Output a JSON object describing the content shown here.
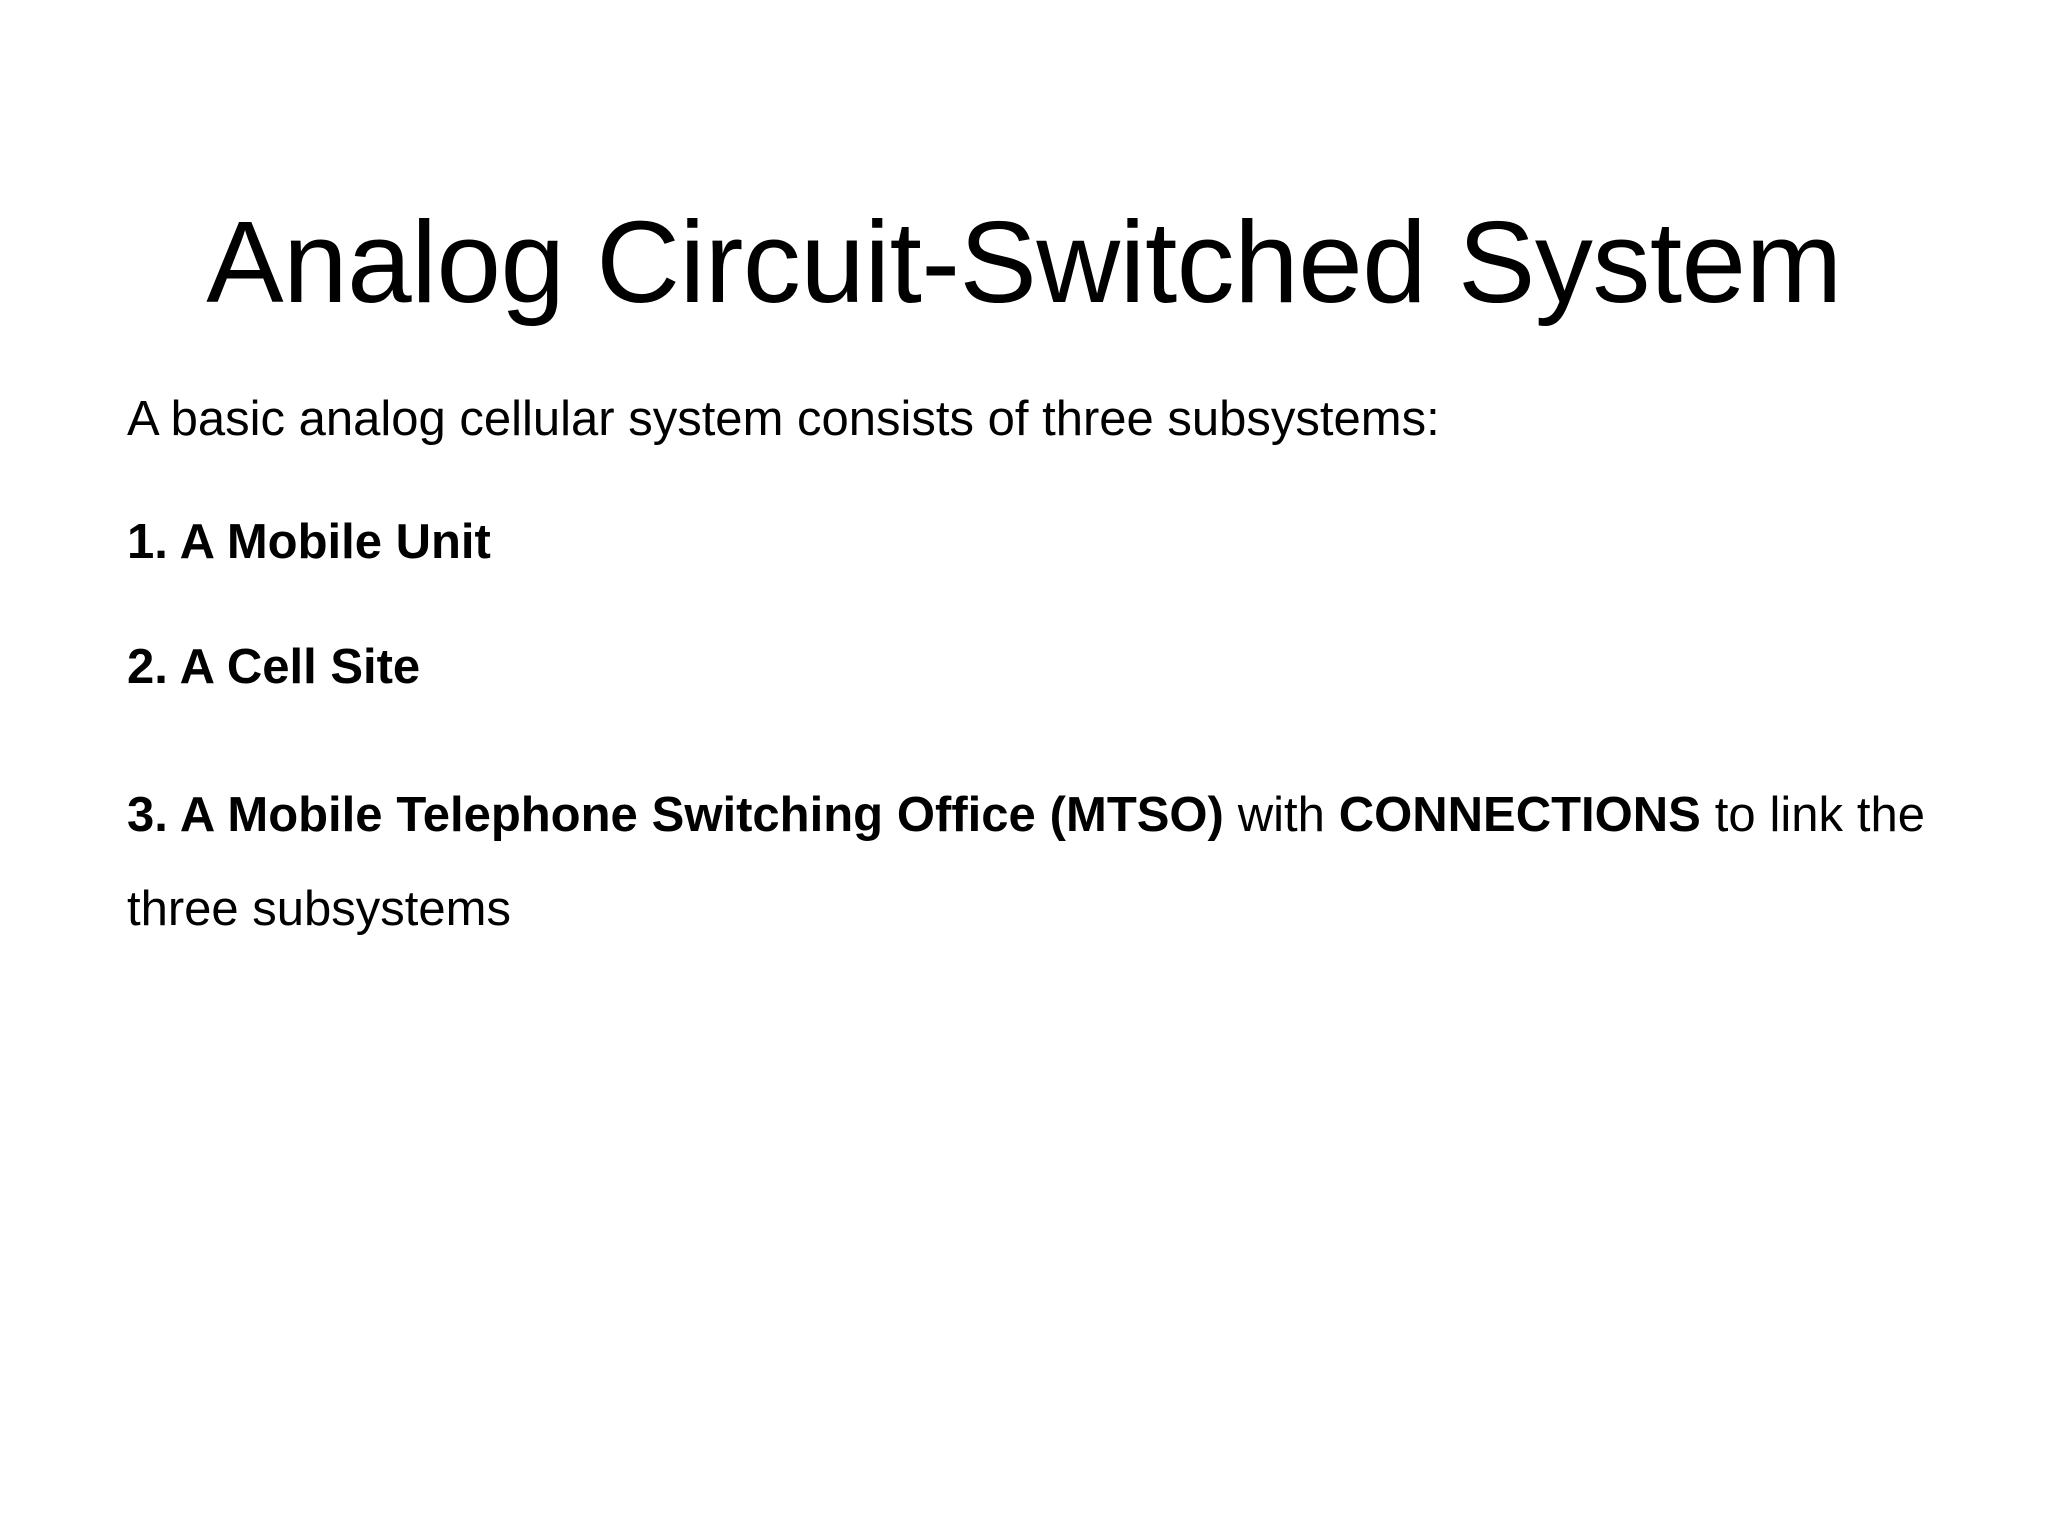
{
  "slide": {
    "background_color": "#ffffff",
    "text_color": "#000000",
    "title": "Analog Circuit-Switched System",
    "body": {
      "lead": "A basic analog cellular system consists of three subsystems:",
      "items": [
        {
          "number": "1.",
          "text": "1. A Mobile Unit",
          "bold": true
        },
        {
          "number": "2.",
          "text": "2. A Cell Site",
          "bold": true
        },
        {
          "number": "3.",
          "bold": true,
          "segments": [
            {
              "text": "3. A Mobile Telephone Switching Office (MTSO)",
              "weight": "bold"
            },
            {
              "text": "  with ",
              "weight": "regular"
            },
            {
              "text": "CONNECTIONS",
              "weight": "bold"
            },
            {
              "text": " to link the three subsystems",
              "weight": "regular"
            }
          ],
          "part_a": "3. A Mobile Telephone Switching Office (MTSO)",
          "part_b": "  with ",
          "part_c": "CONNECTIONS",
          "part_d": " to link the three subsystems"
        }
      ]
    }
  }
}
